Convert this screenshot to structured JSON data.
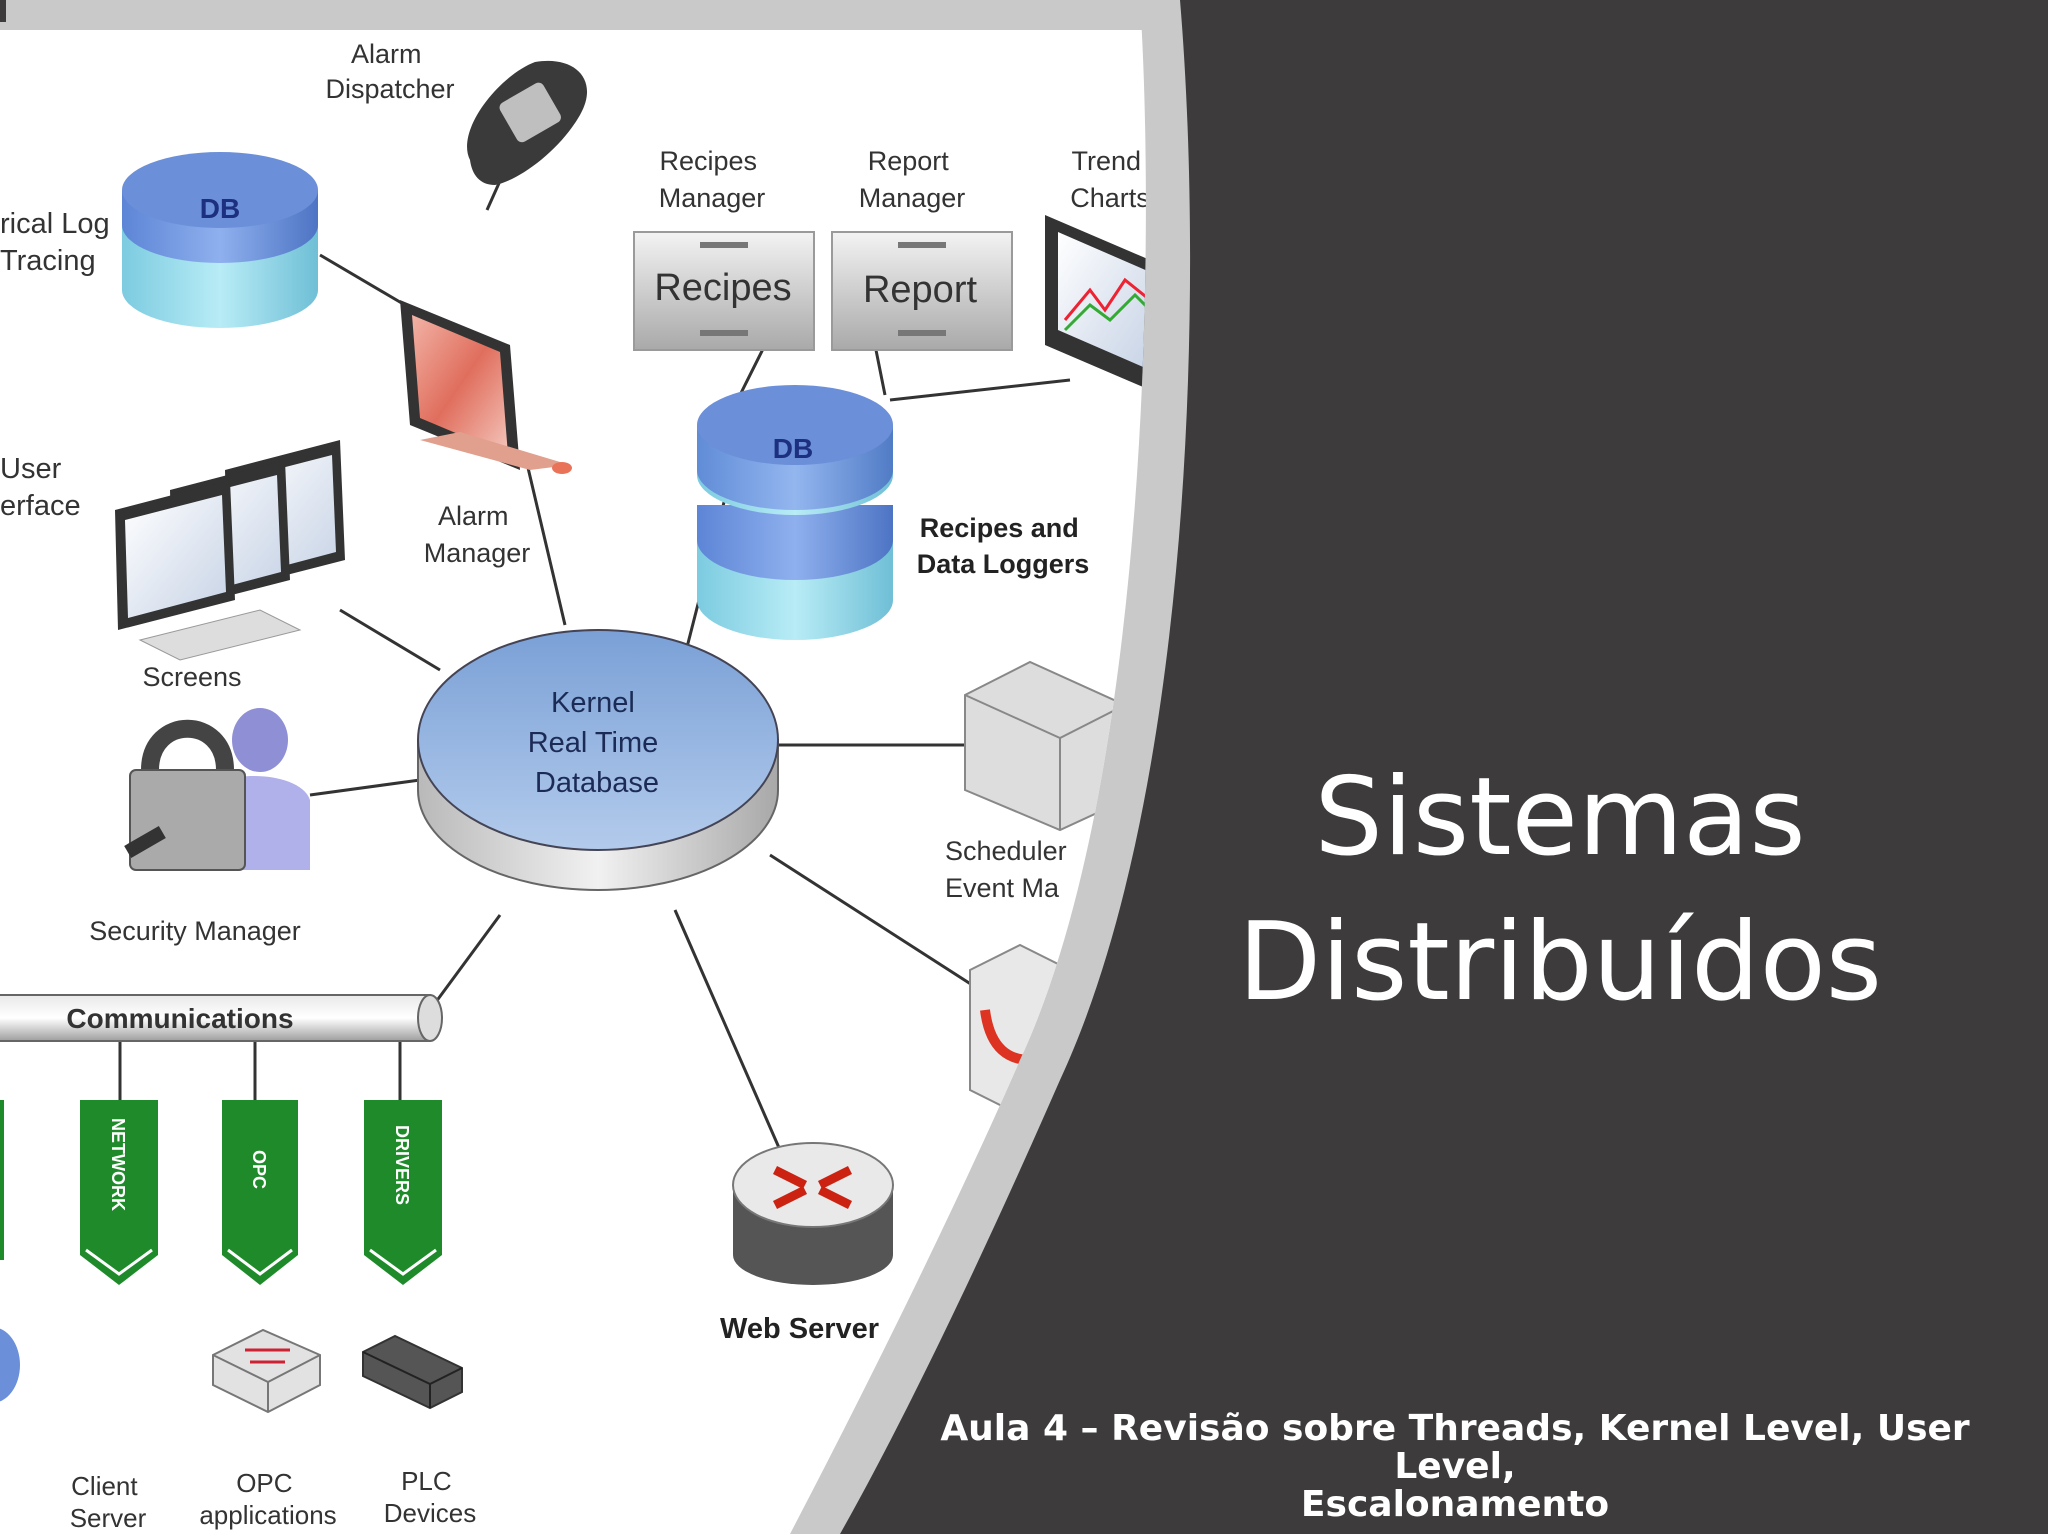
{
  "slide": {
    "title_line1": "Sistemas",
    "title_line2": "Distribuídos",
    "subtitle_line1": "Aula 4 – Revisão sobre Threads, Kernel Level, User Level,",
    "subtitle_line2": "Escalonamento"
  },
  "diagram": {
    "kernel": [
      "Kernel",
      "Real Time",
      "Database"
    ],
    "alarm_dispatcher": [
      "Alarm",
      "Dispatcher"
    ],
    "historical_log": [
      "rical Log",
      "Tracing"
    ],
    "db_left": "DB",
    "db_right": "DB",
    "recipes_manager": [
      "Recipes",
      "Manager"
    ],
    "report_manager": [
      "Report",
      "Manager"
    ],
    "trend_charts": [
      "Trend",
      "Charts"
    ],
    "recipes_box": "Recipes",
    "report_box": "Report",
    "recipes_loggers": [
      "Recipes and",
      "Data Loggers"
    ],
    "alarm_manager": [
      "Alarm",
      "Manager"
    ],
    "user_interface": [
      "User",
      "erface"
    ],
    "screens": "Screens",
    "security_manager": "Security Manager",
    "scheduler": [
      "Scheduler",
      "Event Ma"
    ],
    "communications": "Communications",
    "network": "NETWORK",
    "opc": "OPC",
    "drivers": "DRIVERS",
    "web_server": "Web Server",
    "client_server": [
      "Client",
      "Server"
    ],
    "opc_apps": [
      "OPC",
      "applications"
    ],
    "plc_devices": [
      "PLC",
      "Devices"
    ]
  },
  "colors": {
    "background": "#3d3b3c",
    "panel_border": "#c9c9c9",
    "db_blue": "#6b8fd8",
    "db_cyan": "#8fd6e8",
    "kernel_fill": "#a9c3e6",
    "ribbon_green": "#1e8a2a"
  }
}
